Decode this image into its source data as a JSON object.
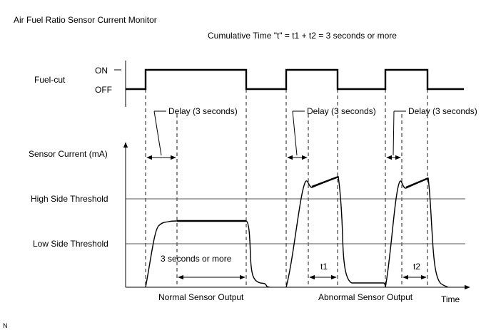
{
  "title": "Air Fuel Ratio Sensor Current Monitor",
  "cumulative_note": "Cumulative Time \"t\" = t1 + t2 = 3 seconds or more",
  "fuel_cut": {
    "label": "Fuel-cut",
    "on_label": "ON",
    "off_label": "OFF"
  },
  "delay_label": "Delay (3 seconds)",
  "sensor": {
    "ylabel": "Sensor Current (mA)",
    "high_threshold_label": "High Side Threshold",
    "low_threshold_label": "Low Side Threshold",
    "duration_label": "3 seconds or more",
    "t1_label": "t1",
    "t2_label": "t2",
    "normal_output_label": "Normal Sensor Output",
    "abnormal_output_label": "Abnormal Sensor Output",
    "time_label": "Time"
  },
  "footnote": "N"
}
